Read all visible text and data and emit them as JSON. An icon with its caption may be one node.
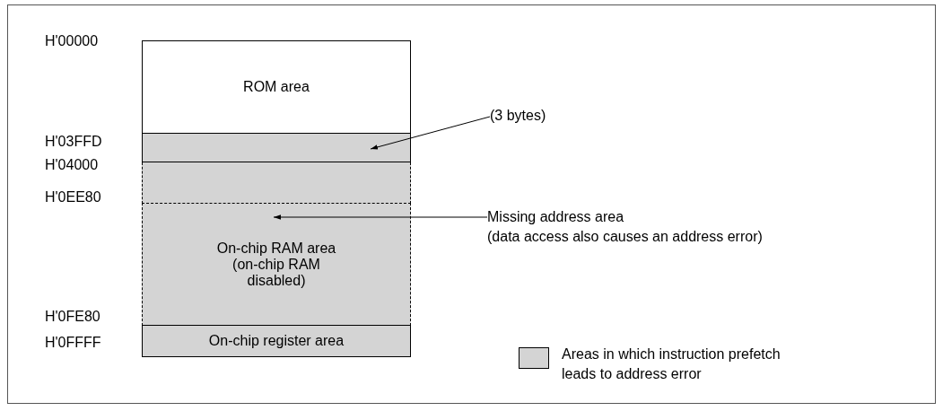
{
  "diagram": {
    "nodes": [
      {
        "text": [
          "ROM area"
        ]
      },
      {
        "text": [],
        "shape": "bar"
      },
      {
        "text": [],
        "shape": "box"
      },
      {
        "text": [
          "On-chip RAM area (on-chip RAM disabled)"
        ]
      },
      {
        "text": [
          "On-chip register area"
        ]
      },
      {
        "text": [
          "(3 bytes)"
        ]
      },
      {
        "text": [
          "Missing address area",
          "(data access also causes an address error)"
        ]
      }
    ],
    "edges": [
      {
        "from": 5,
        "to": 1,
        "arrow": "to"
      },
      {
        "from": 6,
        "to": 3,
        "arrow": "to"
      }
    ],
    "labels": [
      "H'00000",
      "H'03FFD",
      "H'04000",
      "H'0EE80",
      "H'0FE80",
      "H'0FFFF"
    ],
    "legend": [
      {
        "text": "Areas in which instruction prefetch leads to address error",
        "color": "#d4d4d4"
      }
    ]
  }
}
